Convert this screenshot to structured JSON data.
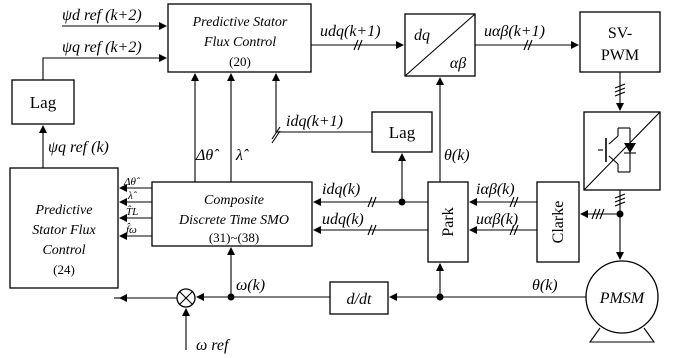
{
  "blocks": {
    "pred_flux_top": {
      "line1": "Predictive Stator",
      "line2": "Flux Control",
      "eq": "(20)"
    },
    "dq_ab": {
      "top": "dq",
      "bottom": "αβ"
    },
    "svpwm": {
      "line1": "SV-",
      "line2": "PWM"
    },
    "lag_left": {
      "label": "Lag"
    },
    "lag_mid": {
      "label": "Lag"
    },
    "smo": {
      "line1": "Composite",
      "line2": "Discrete Time SMO",
      "eq": "(31)~(38)"
    },
    "pred_flux_left": {
      "line1": "Predictive",
      "line2": "Stator Flux",
      "line3": "Control",
      "eq": "(24)"
    },
    "park": {
      "label": "Park"
    },
    "clarke": {
      "label": "Clarke"
    },
    "ddt": {
      "label": "d/dt"
    },
    "pmsm": {
      "label": "PMSM"
    }
  },
  "signals": {
    "psi_d_ref_k2": "ψd ref (k+2)",
    "psi_q_ref_k2": "ψq ref (k+2)",
    "psi_q_ref_k": "ψq ref (k)",
    "u_dq_k1": "udq(k+1)",
    "u_ab_k1": "uαβ(k+1)",
    "i_dq_k1": "idq(k+1)",
    "delta_theta_hat": "Δθ̂",
    "lambda_hat": "λ̂",
    "theta_k_top": "θ(k)",
    "i_dq_k": "idq(k)",
    "u_dq_k": "udq(k)",
    "i_ab_k": "iαβ(k)",
    "u_ab_k": "uαβ(k)",
    "omega_k": "ω(k)",
    "theta_k_bottom": "θ(k)",
    "omega_ref": "ω ref"
  },
  "smo_outputs": [
    "Δθ̂",
    "λ̂",
    "T̂L",
    "f̂ω"
  ]
}
